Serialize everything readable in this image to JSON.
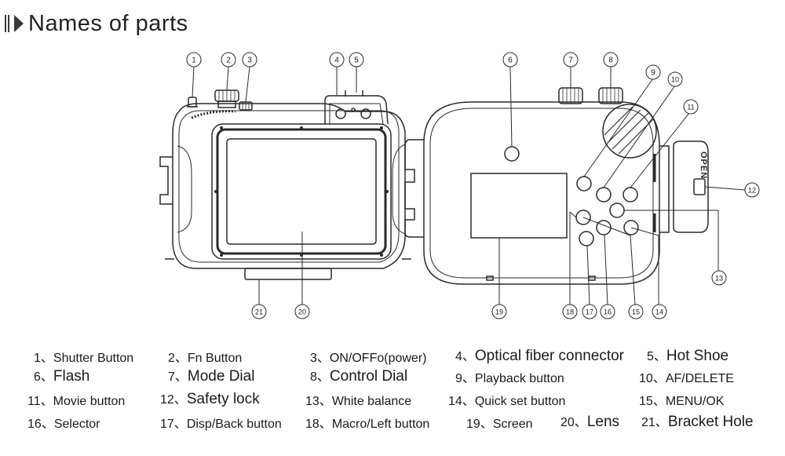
{
  "title": "Names of parts",
  "callouts": [
    "1",
    "2",
    "3",
    "4",
    "5",
    "6",
    "7",
    "8",
    "9",
    "10",
    "11",
    "12",
    "13",
    "14",
    "15",
    "16",
    "17",
    "18",
    "19",
    "20",
    "21"
  ],
  "parts": [
    {
      "num": "1、",
      "label": "Shutter Button",
      "big": false
    },
    {
      "num": "2、",
      "label": "Fn Button",
      "big": false
    },
    {
      "num": "3、",
      "label": "ON/OFFo(power)",
      "big": false
    },
    {
      "num": "4、",
      "label": "Optical fiber connector",
      "big": true
    },
    {
      "num": "5、",
      "label": "Hot Shoe",
      "big": true
    },
    {
      "num": "6、",
      "label": "Flash",
      "big": true
    },
    {
      "num": "7、",
      "label": "Mode Dial",
      "big": true
    },
    {
      "num": "8、",
      "label": "Control Dial",
      "big": true
    },
    {
      "num": "9、",
      "label": "Playback button",
      "big": false
    },
    {
      "num": "10、",
      "label": "AF/DELETE",
      "big": false
    },
    {
      "num": "11、",
      "label": "Movie button",
      "big": false
    },
    {
      "num": "12、",
      "label": "Safety lock",
      "big": true
    },
    {
      "num": "13、",
      "label": "White balance",
      "big": false
    },
    {
      "num": "14、",
      "label": "Quick set button",
      "big": false
    },
    {
      "num": "15、",
      "label": "MENU/OK",
      "big": false
    },
    {
      "num": "16、",
      "label": "Selector",
      "big": false
    },
    {
      "num": "17、",
      "label": "Disp/Back button",
      "big": false
    },
    {
      "num": "18、",
      "label": "Macro/Left button",
      "big": false
    },
    {
      "num": "19、",
      "label": "Screen",
      "big": false
    },
    {
      "num": "20、",
      "label": "Lens",
      "big": true
    },
    {
      "num": "21、",
      "label": "Bracket Hole",
      "big": true
    }
  ],
  "housing_marking": "OPEN",
  "colors": {
    "line": "#2a2a2a",
    "text": "#1a1a1a",
    "background": "#ffffff"
  },
  "icons": {
    "heading": "double-bar-triangle-icon"
  }
}
